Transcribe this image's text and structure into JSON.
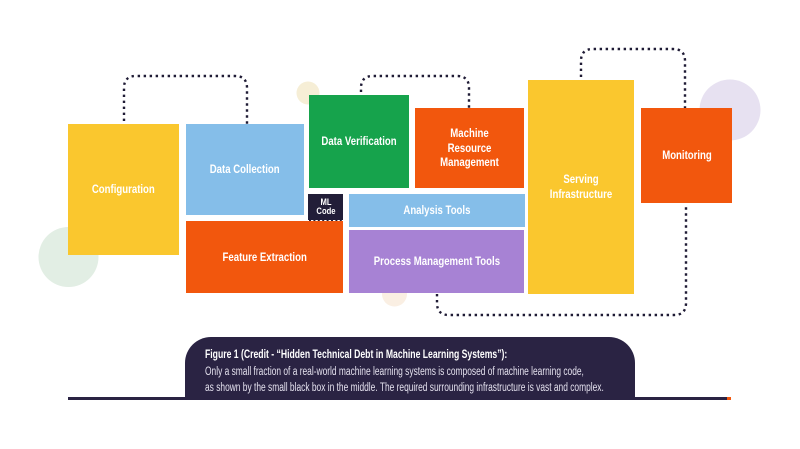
{
  "figure_type": "diagram",
  "palette": {
    "background": "#FFFFFF",
    "yellow": "#FAC72E",
    "blue": "#85BEE9",
    "green": "#16A34C",
    "orange": "#F2570D",
    "purple": "#A782D4",
    "navy_box": "#221E38",
    "caption_navy": "#2A2343",
    "dash_line": "#1F1B35",
    "circle_mint": "#E2EEE4",
    "circle_cream": "#F6EED6",
    "circle_lavender": "#E7E1F1",
    "circle_peach": "#FAEFE3"
  },
  "boxes": {
    "configuration": {
      "label": "Configuration",
      "color": "#FAC72E"
    },
    "data_collection": {
      "label": "Data Collection",
      "color": "#85BEE9"
    },
    "data_verification": {
      "label": "Data Verification",
      "color": "#16A34C"
    },
    "machine_resource_management": {
      "label": "Machine Resource Management",
      "color": "#F2570D"
    },
    "serving_infrastructure": {
      "label": "Serving Infrastructure",
      "color": "#FAC72E"
    },
    "monitoring": {
      "label": "Monitoring",
      "color": "#F2570D"
    },
    "ml_code": {
      "label": "ML Code",
      "color": "#221E38"
    },
    "analysis_tools": {
      "label": "Analysis Tools",
      "color": "#85BEE9"
    },
    "process_management_tools": {
      "label": "Process Management Tools",
      "color": "#A782D4"
    },
    "feature_extraction": {
      "label": "Feature Extraction",
      "color": "#F2570D"
    }
  },
  "caption": {
    "title": "Figure 1 (Credit - “Hidden Technical Debt in Machine Learning Systems”):",
    "line1": "Only a small fraction of a real-world machine learning systems is composed of machine learning code,",
    "line2": "as shown by the small black box in the middle. The required surrounding infrastructure is vast and complex."
  },
  "decor": {
    "circles": [
      "mint-circle",
      "cream-circle",
      "lavender-circle",
      "peach-circle"
    ],
    "connectors": [
      "configuration-to-data-collection",
      "data-verification-to-machine-resource-management",
      "serving-infrastructure-to-monitoring",
      "process-tools-to-monitoring"
    ]
  }
}
